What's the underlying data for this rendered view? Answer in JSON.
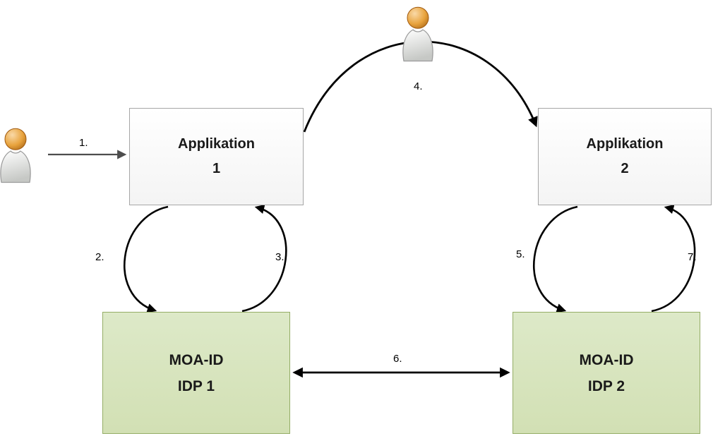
{
  "diagram": {
    "nodes": {
      "app1": {
        "title": "Applikation",
        "number": "1"
      },
      "app2": {
        "title": "Applikation",
        "number": "2"
      },
      "idp1": {
        "title": "MOA-ID",
        "subtitle": "IDP 1"
      },
      "idp2": {
        "title": "MOA-ID",
        "subtitle": "IDP 2"
      }
    },
    "steps": {
      "step1": "1.",
      "step2": "2.",
      "step3": "3.",
      "step4": "4.",
      "step5": "5.",
      "step6": "6.",
      "step7": "7."
    },
    "icons": {
      "user_top": "person-icon",
      "user_left": "person-icon"
    },
    "colors": {
      "application_fill": "#fafafa",
      "application_border": "#a6a6a6",
      "idp_fill": "#d7e3bd",
      "idp_border": "#94ad66",
      "arrow_black": "#000000",
      "arrow_gray": "#4d4d4d",
      "person_head": "#e8a33d",
      "person_body": "#e6e6e6"
    }
  }
}
